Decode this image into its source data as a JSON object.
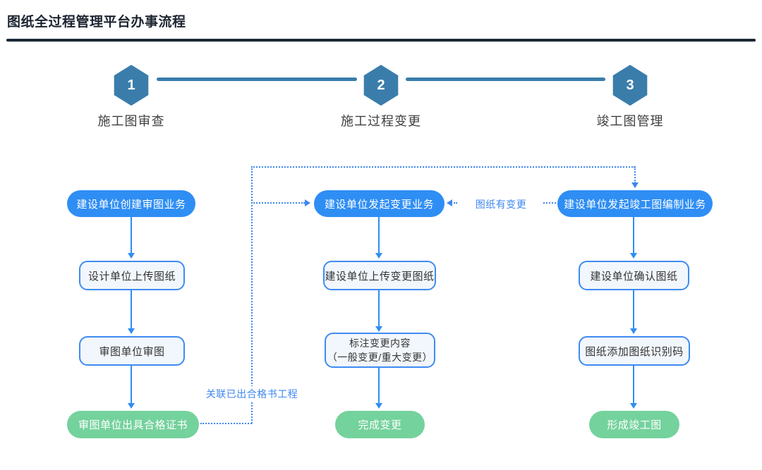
{
  "title": "图纸全过程管理平台办事流程",
  "steps": [
    {
      "number": "1",
      "label": "施工图审查"
    },
    {
      "number": "2",
      "label": "施工过程变更"
    },
    {
      "number": "3",
      "label": "竣工图管理"
    }
  ],
  "flow": {
    "review": {
      "start": "建设单位创建审图业务",
      "upload": "设计单位上传图纸",
      "review": "审图单位审图",
      "cert": "审图单位出具合格证书"
    },
    "change": {
      "start": "建设单位发起变更业务",
      "upload": "建设单位上传变更图纸",
      "mark_line1": "标注变更内容",
      "mark_line2": "（一般变更/重大变更）",
      "done": "完成变更"
    },
    "asbuilt": {
      "start": "建设单位发起竣工图编制业务",
      "confirm": "建设单位确认图纸",
      "code": "图纸添加图纸识别码",
      "done": "形成竣工图"
    }
  },
  "connector_labels": {
    "cert_link": "关联已出合格书工程",
    "has_change": "图纸有变更"
  },
  "colors": {
    "step_hex": "#3a7dab",
    "pill_blue": "#2f8ef4",
    "pill_green": "#74d29c",
    "box_border": "#3e8bf2",
    "box_fill": "#f2f7fd",
    "dotted_line": "#3f87f0",
    "title_bar": "#1b2736"
  }
}
